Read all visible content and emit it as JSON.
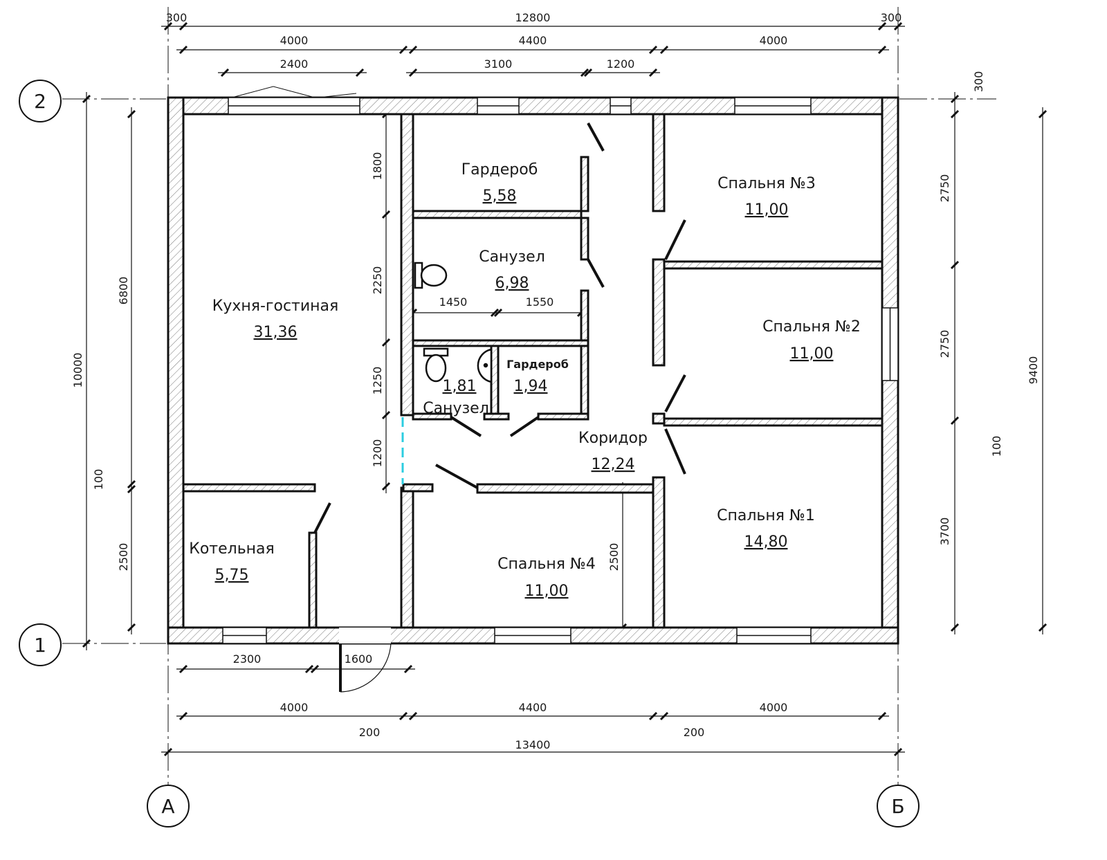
{
  "rooms": [
    {
      "name": "Гардероб",
      "area": "5,58"
    },
    {
      "name": "Санузел",
      "area": "6,98"
    },
    {
      "name": "Кухня-гостиная",
      "area": "31,36"
    },
    {
      "name": "Спальня №3",
      "area": "11,00"
    },
    {
      "name": "Спальня №2",
      "area": "11,00"
    },
    {
      "name": "Коридор",
      "area": "12,24"
    },
    {
      "name": "Спальня №1",
      "area": "14,80"
    },
    {
      "name": "Котельная",
      "area": "5,75"
    },
    {
      "name": "Спальня №4",
      "area": "11,00"
    },
    {
      "name": "Санузел",
      "area": "1,81"
    },
    {
      "name": "Гардероб",
      "area": "1,94"
    }
  ],
  "axes": [
    "2",
    "1",
    "А",
    "Б"
  ],
  "dimensions": [
    "300",
    "12800",
    "300",
    "4000",
    "4400",
    "4000",
    "2400",
    "3100",
    "1200",
    "300",
    "10000",
    "6800",
    "2500",
    "100",
    "1800",
    "2250",
    "1250",
    "1200",
    "1450",
    "1550",
    "2500",
    "2750",
    "2750",
    "3700",
    "9400",
    "100",
    "2300",
    "1600",
    "4000",
    "4400",
    "4000",
    "200",
    "200",
    "13400"
  ]
}
